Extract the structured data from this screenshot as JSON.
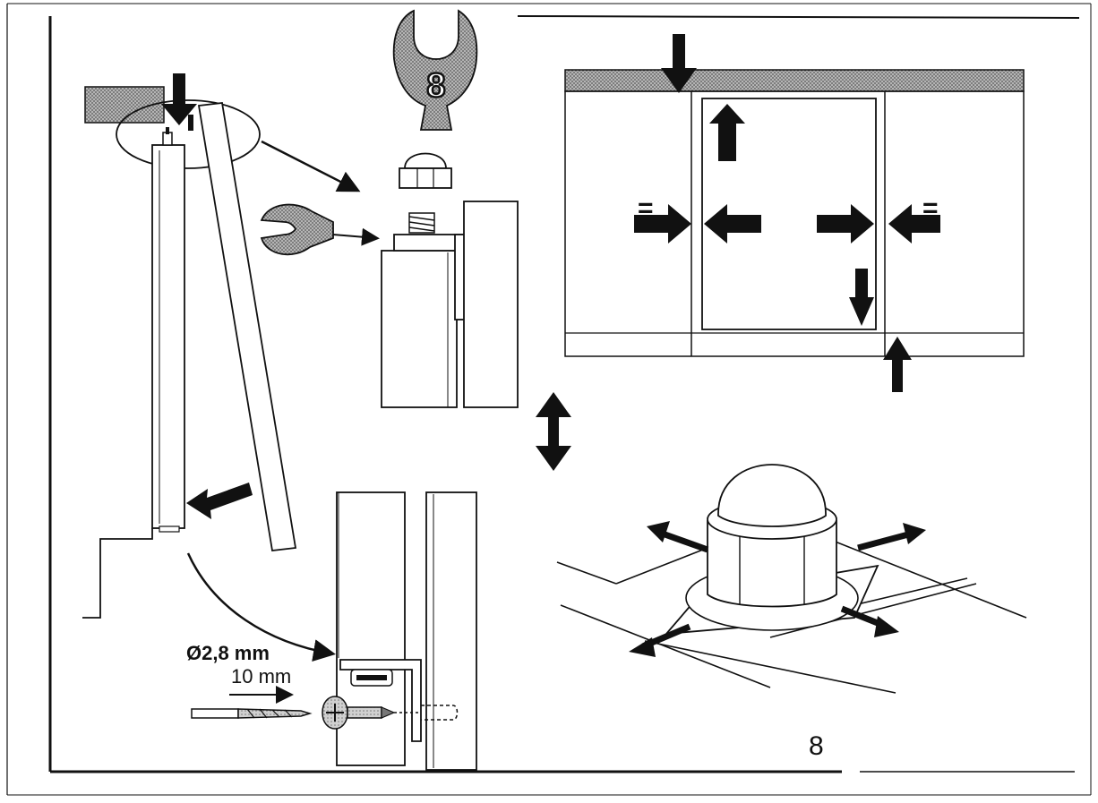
{
  "figure": {
    "step_number": "8",
    "wrench_size": "8",
    "drill_diameter": "Ø2,8 mm",
    "drill_depth": "10 mm",
    "equal_mark_left": "=",
    "equal_mark_right": "="
  },
  "colors": {
    "ink": "#111111",
    "halftone": "#8c8c8c",
    "paper": "#ffffff"
  },
  "icons": [
    "down-arrow-icon",
    "up-arrow-icon",
    "left-arrow-icon",
    "right-arrow-icon",
    "double-vertical-arrow-icon",
    "wrench-icon",
    "drill-bit-icon",
    "screw-icon",
    "cap-nut-icon"
  ]
}
